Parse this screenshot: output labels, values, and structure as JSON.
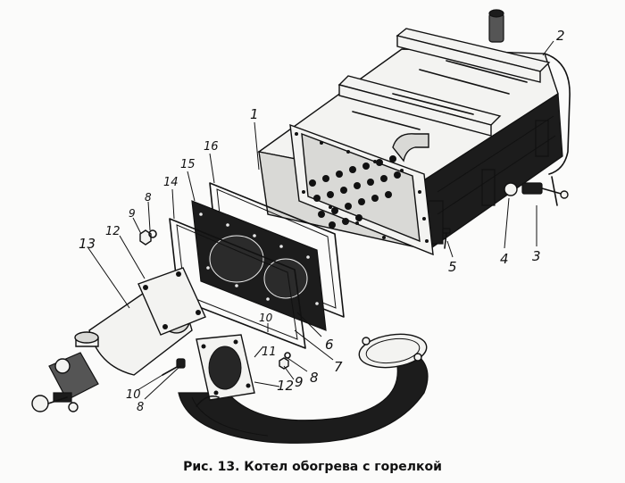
{
  "caption": "Рис. 13. Котел обогрева с горелкой",
  "callouts": [
    "1",
    "2",
    "3",
    "4",
    "5",
    "6",
    "7",
    "8",
    "9",
    "10",
    "11",
    "12",
    "13",
    "14",
    "15",
    "16",
    "9",
    "8",
    "12",
    "10",
    "8"
  ]
}
